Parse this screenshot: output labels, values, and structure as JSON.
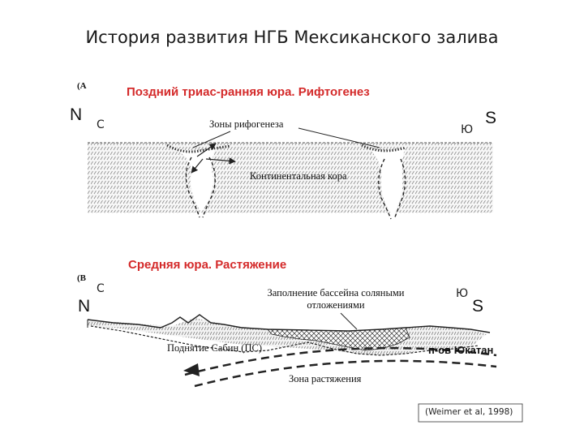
{
  "title": "История развития НГБ Мексиканского залива",
  "panel_a": {
    "marker": "(A",
    "heading": "Поздний триас-ранняя юра. Рифтогенез",
    "north": "N",
    "north_ru": "С",
    "south": "S",
    "south_ru": "Ю",
    "rift_zones": "Зоны рифогенеза",
    "crust": "Континентальная кора"
  },
  "panel_b": {
    "marker": "(B",
    "heading": "Средняя юра. Растяжение",
    "north": "N",
    "north_ru": "С",
    "south": "S",
    "south_ru": "Ю",
    "salt_fill_line1": "Заполнение бассейна соляными",
    "salt_fill_line2": "отложениями",
    "sabine_uplift": "Поднятие Сабин (ПС)",
    "yucatan": "п-ов Юкатан",
    "extension_zone": "Зона растяжения"
  },
  "citation": "(Weimer et al, 1998)",
  "colors": {
    "heading_red": "#d42a2a",
    "ink": "#111111"
  }
}
